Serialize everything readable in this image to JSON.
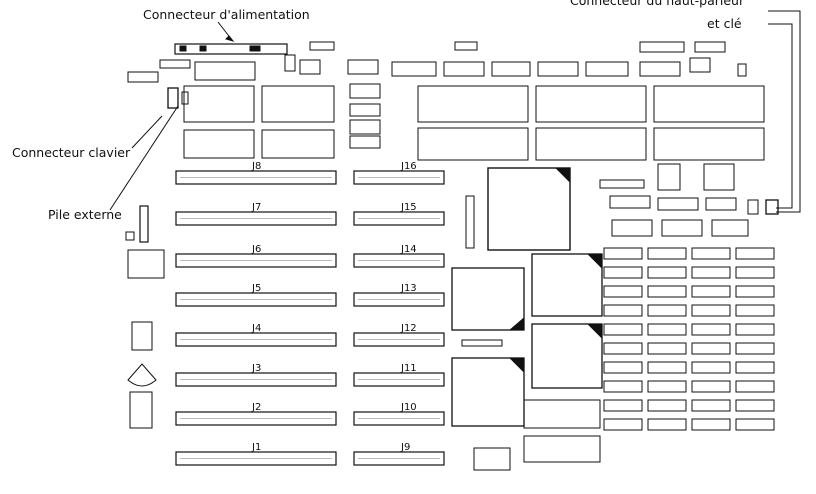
{
  "callouts": {
    "power": "Connecteur d'alimentation",
    "speaker_line1": "Connecteur du haut-parleur",
    "speaker_line2": "et clé",
    "keyboard": "Connecteur clavier",
    "battery": "Pile externe"
  },
  "slots_left": [
    "J8",
    "J7",
    "J6",
    "J5",
    "J4",
    "J3",
    "J2",
    "J1"
  ],
  "slots_right": [
    "J16",
    "J15",
    "J14",
    "J13",
    "J12",
    "J11",
    "J10",
    "J9"
  ],
  "colors": {
    "ink": "#111111",
    "paper": "#ffffff"
  }
}
